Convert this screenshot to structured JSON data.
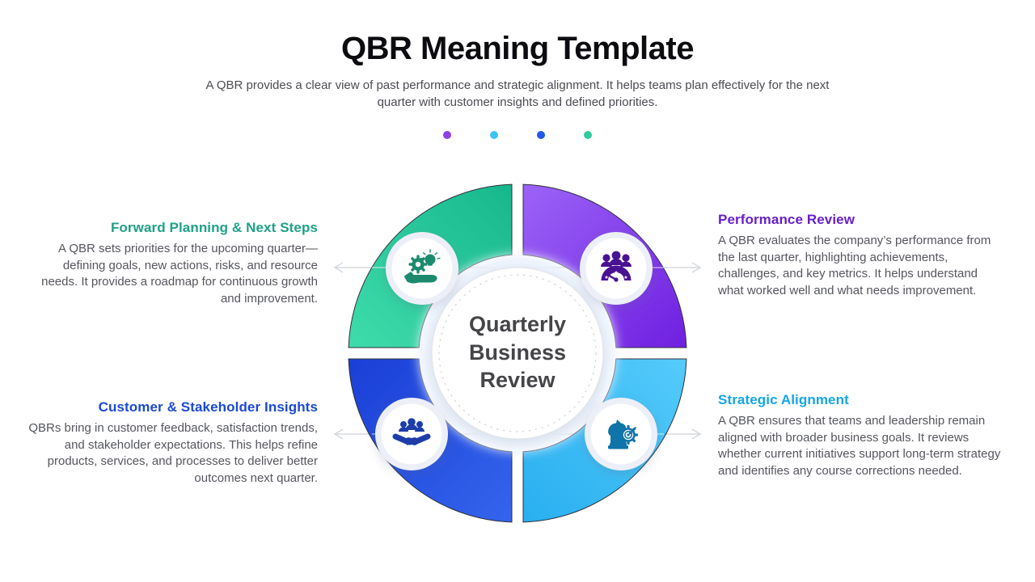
{
  "header": {
    "title": "QBR Meaning Template",
    "subtitle": "A QBR provides a clear view of past performance and strategic alignment. It helps teams plan effectively for the next quarter with customer insights and defined priorities."
  },
  "legend_dots": {
    "colors": [
      "#8b41e8",
      "#3ec3f7",
      "#2458e8",
      "#2ecc9e"
    ]
  },
  "diagram": {
    "center_label": "Quarterly\nBusiness\nReview",
    "quadrants": [
      {
        "position": "top-left",
        "label": "Forward Planning & Next Steps",
        "color_start": "#3fdcab",
        "color_end": "#17b78d",
        "icon": "hand-gear-lightbulb-icon",
        "icon_color": "#1d8a6e"
      },
      {
        "position": "top-right",
        "label": "Performance Review",
        "color_start": "#9b63f7",
        "color_end": "#6f1fe0",
        "icon": "team-gauge-icon",
        "icon_color": "#4a1193"
      },
      {
        "position": "bottom-left",
        "label": "Customer & Stakeholder Insights",
        "color_start": "#3464ec",
        "color_end": "#1a3fd6",
        "icon": "people-handshake-icon",
        "icon_color": "#1e3da8"
      },
      {
        "position": "bottom-right",
        "label": "Strategic Alignment",
        "color_start": "#54cbfa",
        "color_end": "#29aff0",
        "icon": "chess-knight-target-icon",
        "icon_color": "#0f74a8"
      }
    ]
  },
  "sections": [
    {
      "title": "Forward Planning & Next Steps",
      "accent": "#1ea188",
      "body": "A QBR sets priorities for the upcoming quarter—defining goals, new actions, risks, and resource needs. It provides a roadmap for continuous growth and improvement."
    },
    {
      "title": "Performance Review",
      "accent": "#671fc9",
      "body": "A QBR evaluates the company’s performance from the last quarter, highlighting achievements, challenges, and key metrics. It helps understand what worked well and what needs improvement."
    },
    {
      "title": "Customer & Stakeholder Insights",
      "accent": "#1b49d6",
      "body": "QBRs bring in customer feedback, satisfaction trends, and stakeholder expectations. This helps refine products, services, and processes to deliver better outcomes next quarter."
    },
    {
      "title": "Strategic Alignment",
      "accent": "#14a5e8",
      "body": "A QBR ensures that teams and leadership remain aligned with broader business goals. It reviews whether current initiatives support long-term strategy and identifies any course corrections needed."
    }
  ]
}
